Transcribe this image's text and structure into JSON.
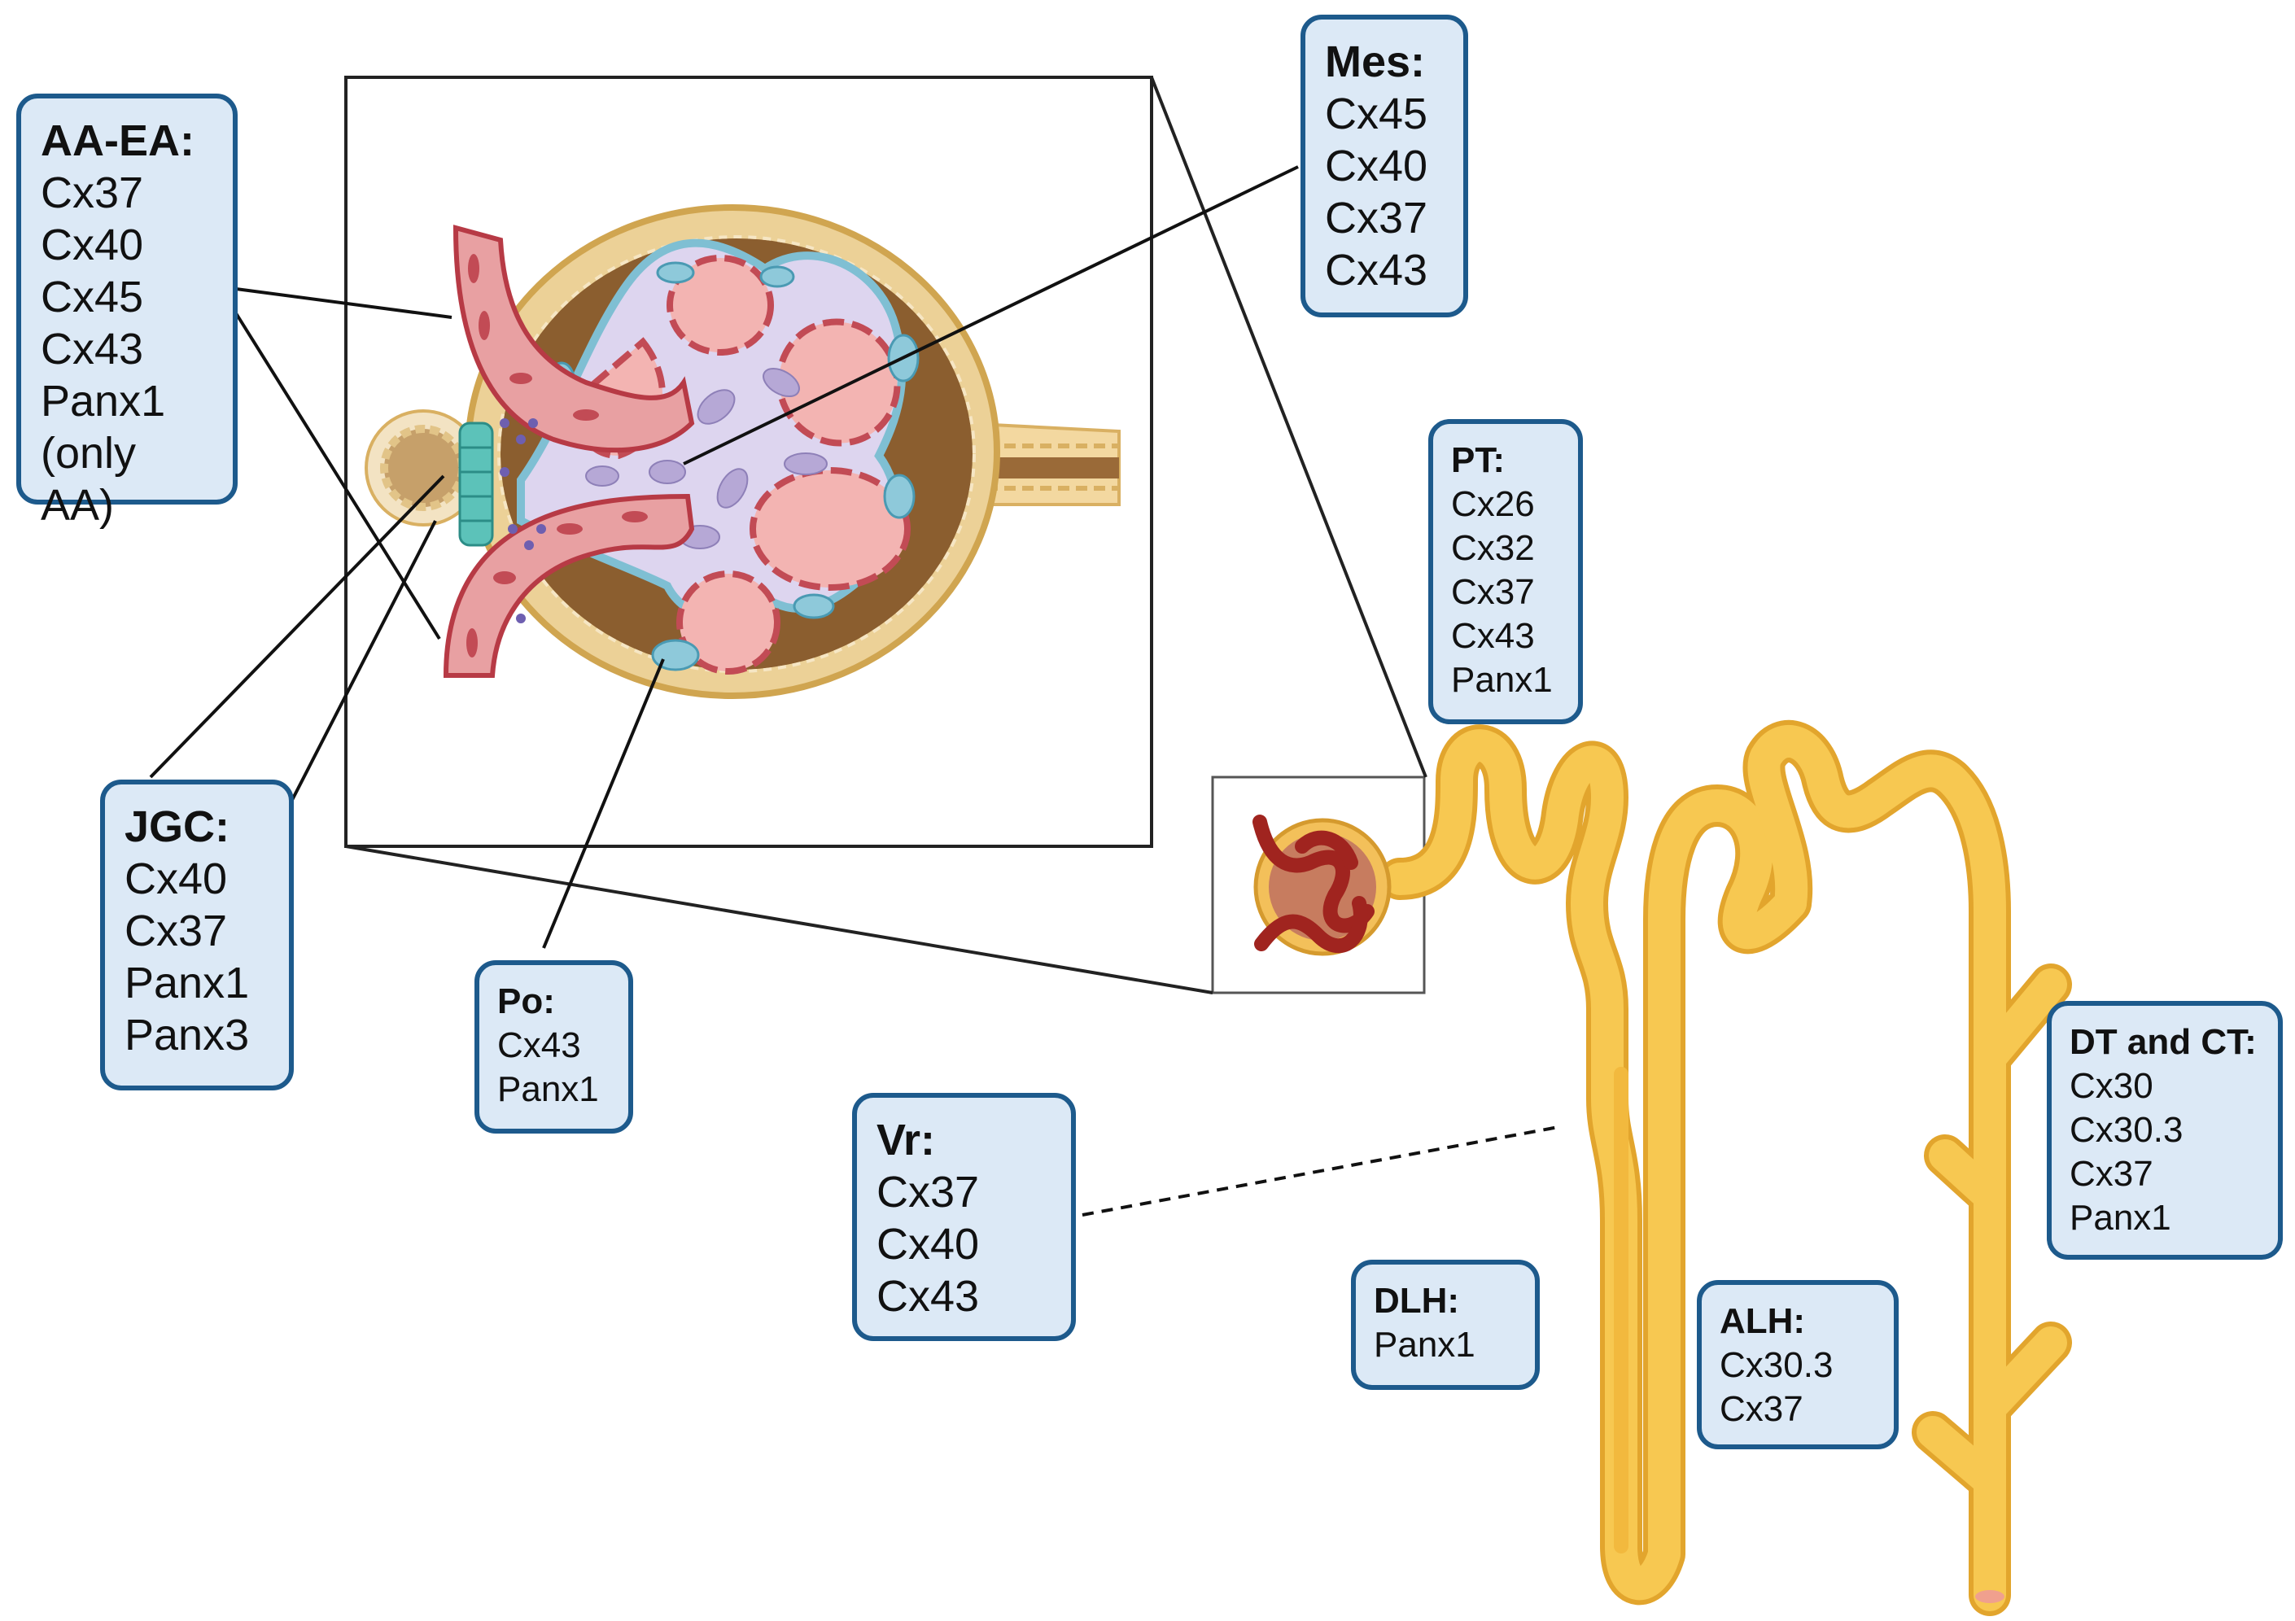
{
  "colors": {
    "box_fill": "#dce9f6",
    "box_border": "#1d5a8c",
    "vessel": "#e8a0a2",
    "vessel_wall": "#c24b55",
    "capsule": "#e8c479",
    "space": "#8b5e2f",
    "mesangium": "#ddd5ef",
    "podocyte": "#8ec9da",
    "tubule": "#f5c44e",
    "tubule_edge": "#e2a52d",
    "macula_densa": "#5cc2b9"
  },
  "labels": {
    "aa_ea": {
      "title": "AA-EA:",
      "items": [
        "Cx37",
        "Cx40",
        "Cx45",
        "Cx43",
        "Panx1",
        "(only AA)"
      ]
    },
    "mes": {
      "title": "Mes:",
      "items": [
        "Cx45",
        "Cx40",
        "Cx37",
        "Cx43"
      ]
    },
    "pt": {
      "title": "PT:",
      "items": [
        "Cx26",
        "Cx32",
        "Cx37",
        "Cx43",
        "Panx1"
      ]
    },
    "jgc": {
      "title": "JGC:",
      "items": [
        "Cx40",
        "Cx37",
        "Panx1",
        "Panx3"
      ]
    },
    "po": {
      "title": "Po:",
      "items": [
        "Cx43",
        "Panx1"
      ]
    },
    "vr": {
      "title": "Vr:",
      "items": [
        "Cx37",
        "Cx40",
        "Cx43"
      ]
    },
    "dlh": {
      "title": "DLH:",
      "items": [
        "Panx1"
      ]
    },
    "alh": {
      "title": "ALH:",
      "items": [
        "Cx30.3",
        "Cx37"
      ]
    },
    "dt_ct": {
      "title": "DT and CT:",
      "items": [
        "Cx30",
        "Cx30.3",
        "Cx37",
        "Panx1"
      ]
    }
  }
}
